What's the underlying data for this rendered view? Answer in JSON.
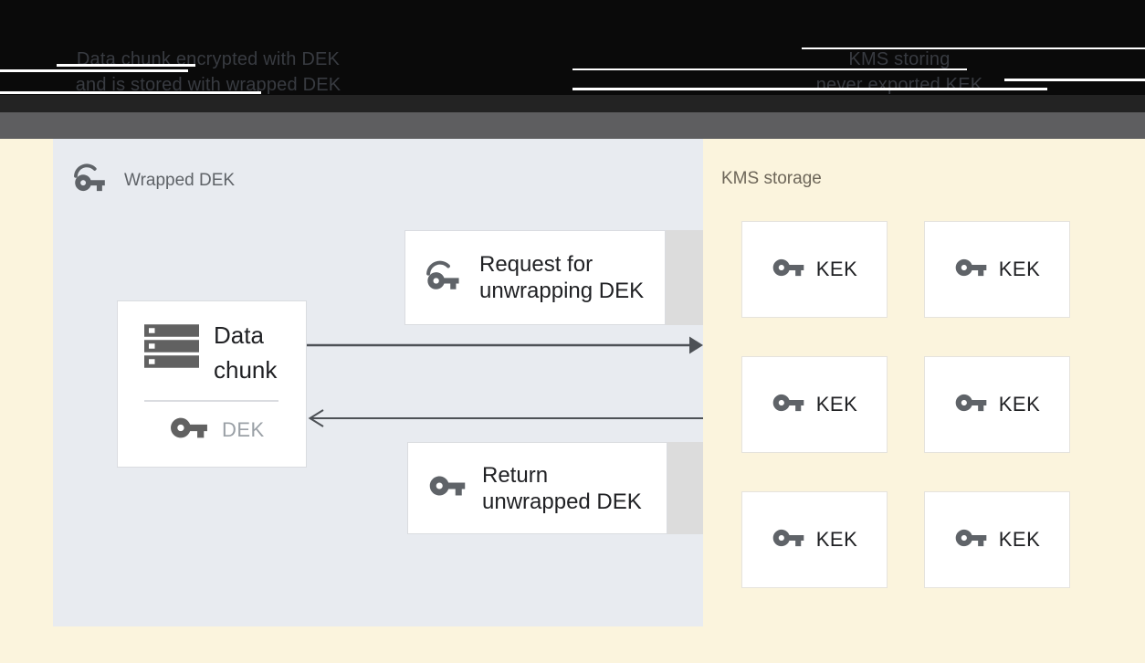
{
  "banner": {
    "left_caption": {
      "line1": "Data chunk encrypted with DEK",
      "line2": "and is stored with wrapped DEK"
    },
    "right_caption": {
      "line1": "KMS storing",
      "line2": "never exported KEK"
    }
  },
  "wrapped_dek_panel": {
    "label": "Wrapped DEK",
    "data_chunk_box": {
      "title": "Data chunk",
      "key_label": "DEK"
    },
    "request_box": {
      "line1": "Request for",
      "line2": "unwrapping DEK"
    },
    "return_box": {
      "line1": "Return",
      "line2": "unwrapped DEK"
    }
  },
  "kms_storage": {
    "label": "KMS storage",
    "kek_boxes": [
      "KEK",
      "KEK",
      "KEK",
      "KEK",
      "KEK",
      "KEK"
    ]
  },
  "colors": {
    "banner_background": "#0a0a0a",
    "banner_text": "#383b41",
    "divider_bar": "#5e5e60",
    "panel_background": "#e8ebf0",
    "page_background": "#fbf4dd",
    "box_border": "#dadce0",
    "connector_strip": "#dcdcdc",
    "icon_gray": "#5f6368",
    "text_dark": "#202124",
    "dek_label_gray": "#9aa0a6",
    "kms_label_color": "#6d6659",
    "kek_box_border": "#e5e3dd",
    "arrow_color": "#4d5156"
  }
}
